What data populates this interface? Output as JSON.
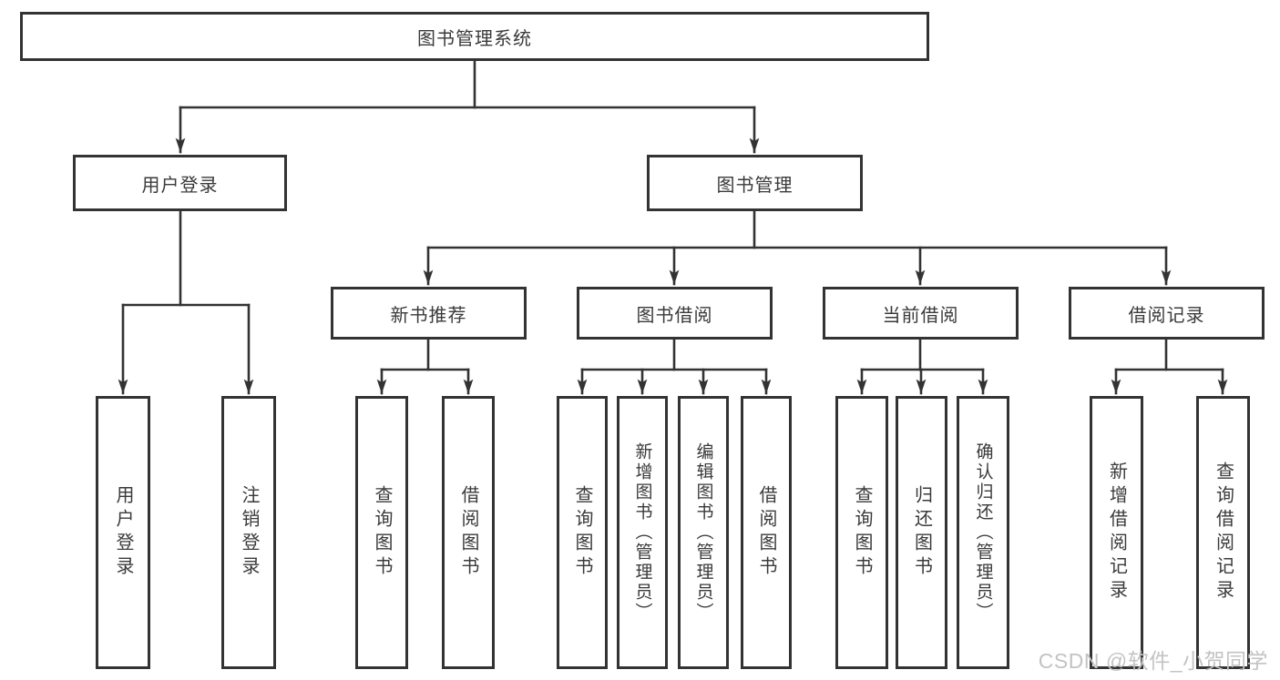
{
  "diagram": {
    "title": "图书管理系统",
    "type": "functional-structure-tree",
    "tree": {
      "label": "图书管理系统",
      "children": [
        {
          "label": "用户登录",
          "children": [
            {
              "label": "用户登录"
            },
            {
              "label": "注销登录"
            }
          ]
        },
        {
          "label": "图书管理",
          "children": [
            {
              "label": "新书推荐",
              "children": [
                {
                  "label": "查询图书"
                },
                {
                  "label": "借阅图书"
                }
              ]
            },
            {
              "label": "图书借阅",
              "children": [
                {
                  "label": "查询图书"
                },
                {
                  "label": "新增图书（管理员）"
                },
                {
                  "label": "编辑图书（管理员）"
                },
                {
                  "label": "借阅图书"
                }
              ]
            },
            {
              "label": "当前借阅",
              "children": [
                {
                  "label": "查询图书"
                },
                {
                  "label": "归还图书"
                },
                {
                  "label": "确认归还（管理员）"
                }
              ]
            },
            {
              "label": "借阅记录",
              "children": [
                {
                  "label": "新增借阅记录"
                },
                {
                  "label": "查询借阅记录"
                }
              ]
            }
          ]
        }
      ]
    }
  },
  "watermark": {
    "text": "CSDN @软件_小贺同学"
  },
  "colors": {
    "line": "#333333",
    "box_border": "#333333",
    "text": "#3a3a3a",
    "background": "#ffffff",
    "watermark": "#c3c3c3"
  }
}
